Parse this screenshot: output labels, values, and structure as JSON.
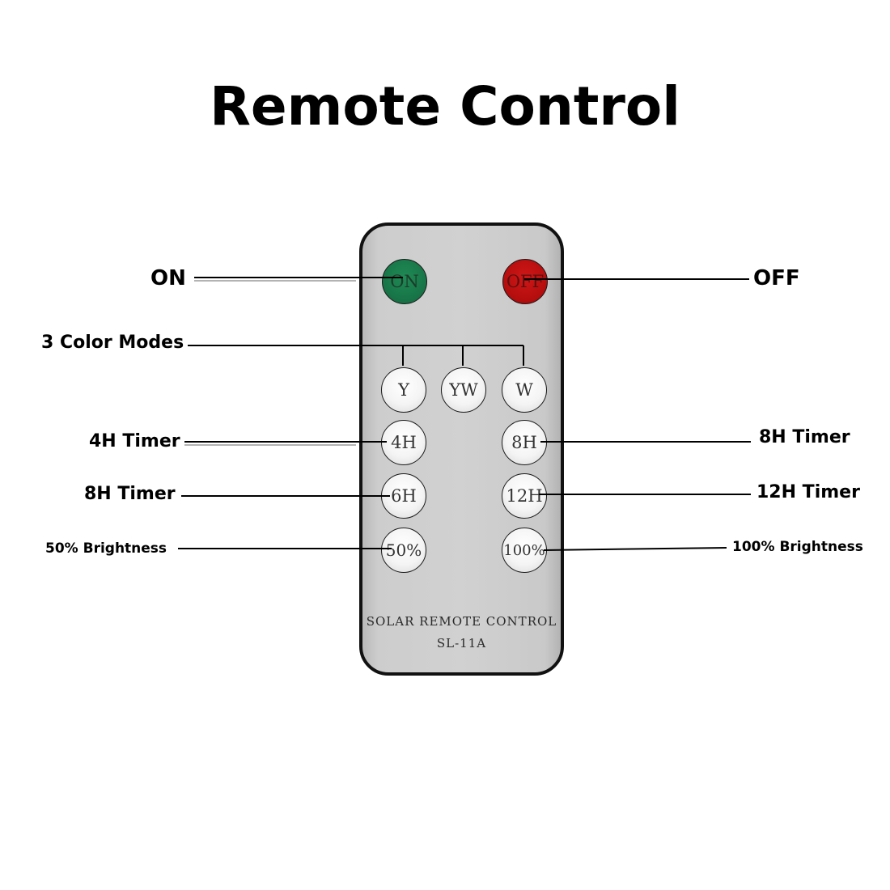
{
  "title": "Remote Control",
  "remote": {
    "buttons": {
      "on": "ON",
      "off": "OFF",
      "y": "Y",
      "yw": "YW",
      "w": "W",
      "t4h": "4H",
      "t8h": "8H",
      "t6h": "6H",
      "t12h": "12H",
      "b50": "50%",
      "b100": "100%"
    },
    "brand_line1": "SOLAR REMOTE CONTROL",
    "brand_line2": "SL-11A"
  },
  "labels": {
    "on": "ON",
    "off": "OFF",
    "color_modes": "3 Color Modes",
    "left_timer_1": "4H Timer",
    "right_timer_1": "8H Timer",
    "left_timer_2": "8H Timer",
    "right_timer_2": "12H Timer",
    "left_brightness": "50% Brightness",
    "right_brightness": "100% Brightness"
  },
  "colors": {
    "on_button": "#177346",
    "off_button": "#b30d0d",
    "remote_body": "#d1d1d1",
    "remote_border": "#111111"
  }
}
